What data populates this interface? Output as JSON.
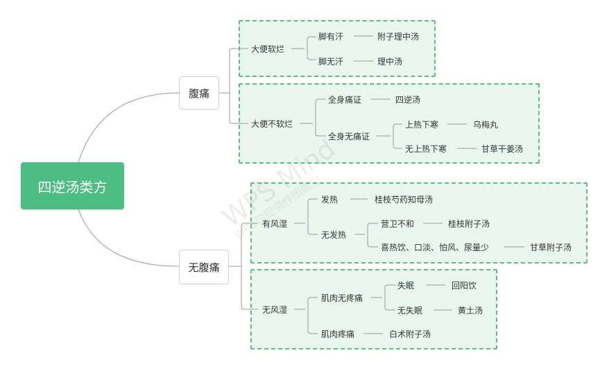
{
  "root": "四逆汤类方",
  "watermark": {
    "main": "WPS Mind",
    "sub": "WPS仅提供作图能力"
  },
  "branch_a": {
    "label": "腹痛",
    "c1": {
      "label": "大便软烂",
      "g1": "脚有汗",
      "g1r": "附子理中汤",
      "g2": "脚无汗",
      "g2r": "理中汤"
    },
    "c2": {
      "label": "大便不软烂",
      "g1": "全身痛证",
      "g1r": "四逆汤",
      "g2": "全身无痛证",
      "h1": "上热下寒",
      "h1r": "乌梅丸",
      "h2": "无上热下寒",
      "h2r": "甘草干姜汤"
    }
  },
  "branch_b": {
    "label": "无腹痛",
    "c1": {
      "label": "有风湿",
      "g1": "发热",
      "g1r": "桂枝芍药知母汤",
      "g2": "无发热",
      "h1": "营卫不和",
      "h1r": "桂枝附子汤",
      "h2": "喜热饮、口淡、怕风、尿量少",
      "h2r": "甘草附子汤"
    },
    "c2": {
      "label": "无风湿",
      "g1": "肌肉无疼痛",
      "h1": "失眠",
      "h1r": "回阳饮",
      "h2": "无失眠",
      "h2r": "黄土汤",
      "g2": "肌肉疼痛",
      "g2r": "白术附子汤"
    }
  }
}
